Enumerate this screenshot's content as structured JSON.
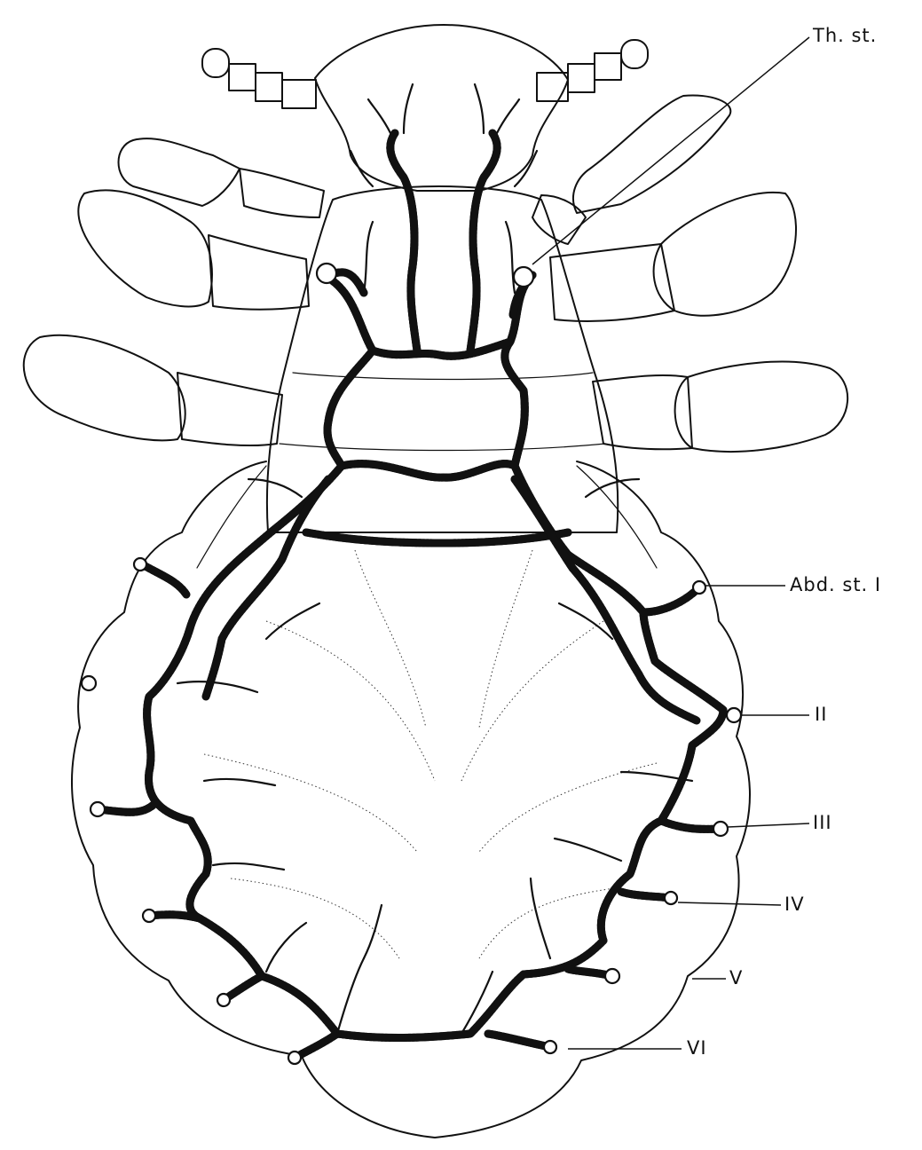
{
  "labels": {
    "thoracic_spiracle": "Th. st.",
    "abd_spiracle_1": "Abd. st. I",
    "abd_spiracle_2": "II",
    "abd_spiracle_3": "III",
    "abd_spiracle_4": "IV",
    "abd_spiracle_5": "V",
    "abd_spiracle_6": "VI"
  }
}
